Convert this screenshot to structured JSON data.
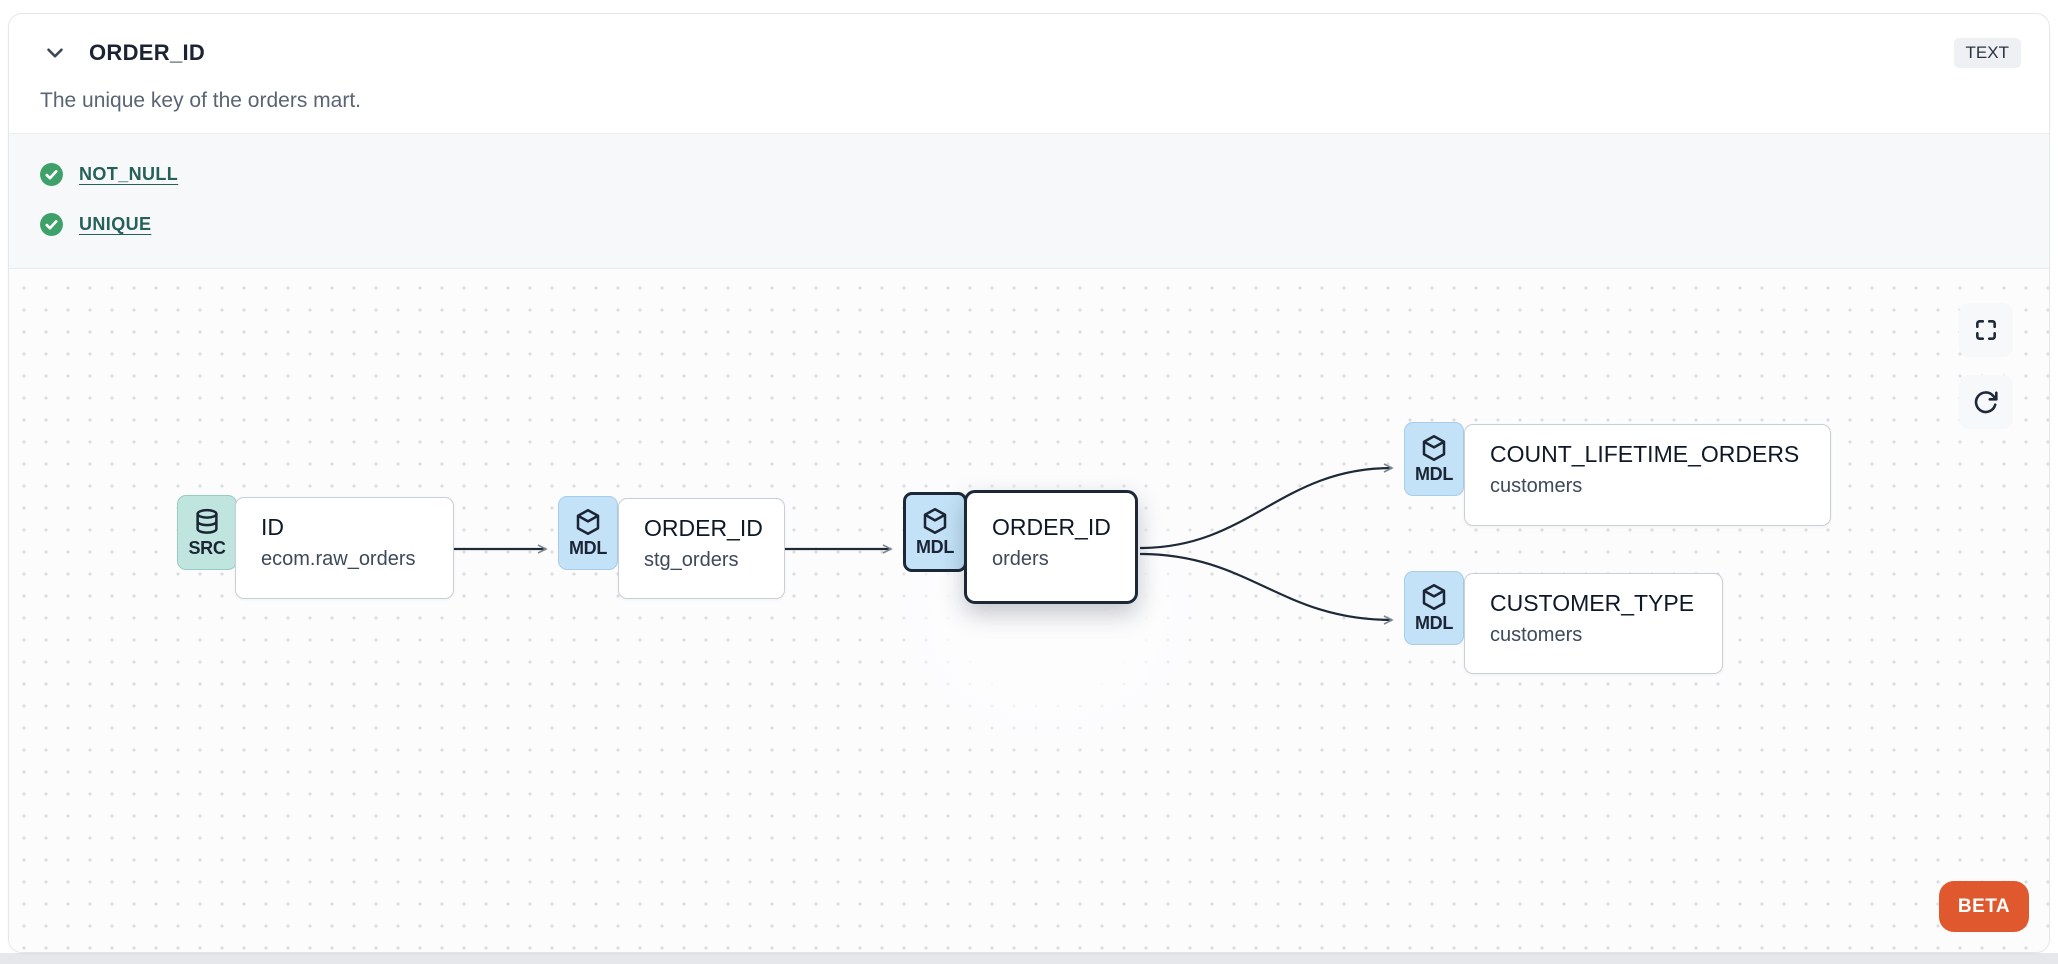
{
  "header": {
    "title": "ORDER_ID",
    "type_badge": "TEXT",
    "description": "The unique key of the orders mart."
  },
  "tests": [
    {
      "label": "NOT_NULL",
      "status": "passed"
    },
    {
      "label": "UNIQUE",
      "status": "passed"
    }
  ],
  "lineage": {
    "nodes": [
      {
        "badge": "SRC",
        "icon": "database-icon",
        "title": "ID",
        "subtitle": "ecom.raw_orders",
        "selected": false
      },
      {
        "badge": "MDL",
        "icon": "cube-icon",
        "title": "ORDER_ID",
        "subtitle": "stg_orders",
        "selected": false
      },
      {
        "badge": "MDL",
        "icon": "cube-icon",
        "title": "ORDER_ID",
        "subtitle": "orders",
        "selected": true
      },
      {
        "badge": "MDL",
        "icon": "cube-icon",
        "title": "COUNT_LIFETIME_ORDERS",
        "subtitle": "customers",
        "selected": false
      },
      {
        "badge": "MDL",
        "icon": "cube-icon",
        "title": "CUSTOMER_TYPE",
        "subtitle": "customers",
        "selected": false
      }
    ],
    "edges": [
      {
        "from": "ID (ecom.raw_orders)",
        "to": "ORDER_ID (stg_orders)"
      },
      {
        "from": "ORDER_ID (stg_orders)",
        "to": "ORDER_ID (orders)"
      },
      {
        "from": "ORDER_ID (orders)",
        "to": "COUNT_LIFETIME_ORDERS (customers)"
      },
      {
        "from": "ORDER_ID (orders)",
        "to": "CUSTOMER_TYPE (customers)"
      }
    ],
    "beta_label": "BETA"
  },
  "colors": {
    "accent_orange": "#e0592e",
    "test_pass_green": "#3da169",
    "test_link_teal": "#25605a",
    "model_badge_blue": "#c3e2f7",
    "source_badge_teal": "#bfe5de",
    "edge_line": "#1f2937"
  }
}
